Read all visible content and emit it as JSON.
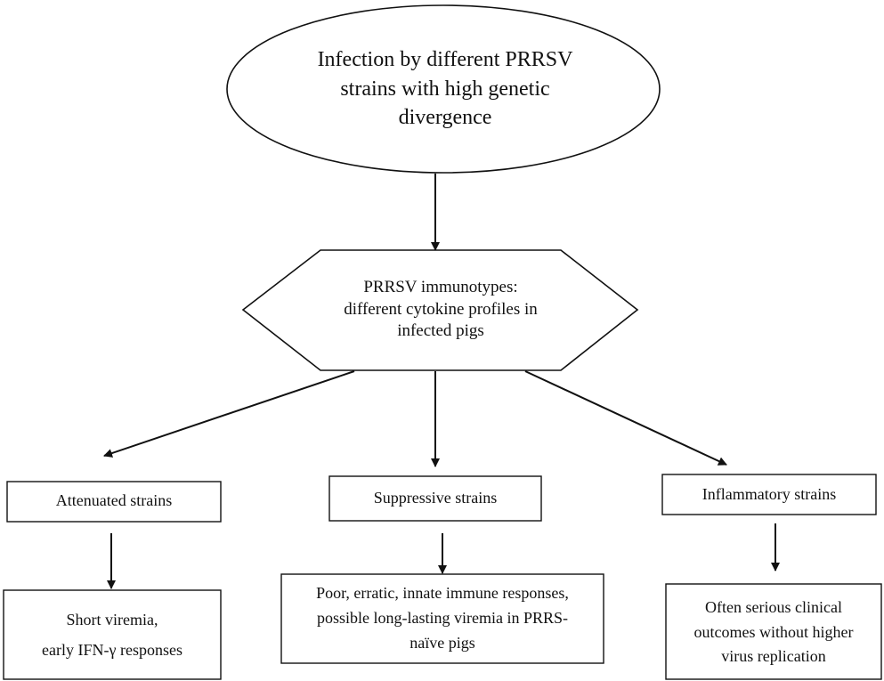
{
  "diagram": {
    "top_node": "Infection by different PRRSV\nstrains with high genetic\ndivergence",
    "hex_node": "PRRSV immunotypes:\ndifferent cytokine profiles in\ninfected pigs",
    "branches": [
      {
        "strain": "Attenuated strains",
        "outcome": "Short viremia,\nearly IFN-γ responses"
      },
      {
        "strain": "Suppressive strains",
        "outcome": "Poor, erratic, innate immune responses,\npossible long-lasting viremia in PRRS-\nnaïve pigs"
      },
      {
        "strain": "Inflammatory strains",
        "outcome": "Often serious clinical\noutcomes without higher\nvirus replication"
      }
    ]
  }
}
